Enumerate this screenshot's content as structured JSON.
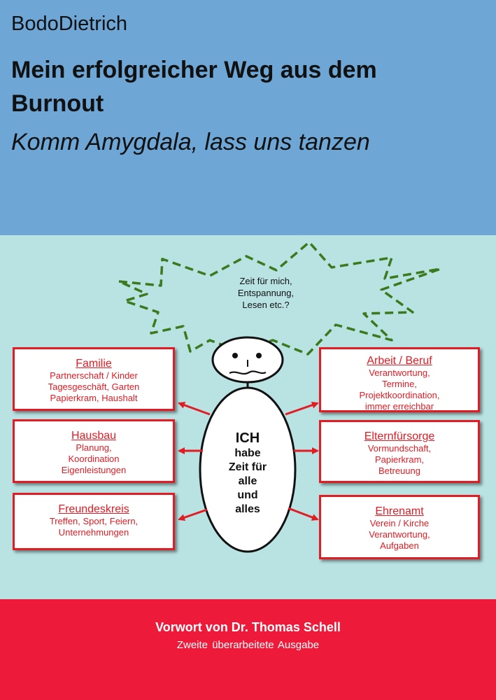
{
  "cover": {
    "author": "BodoDietrich",
    "title": "Mein erfolgreicher Weg aus dem Burnout",
    "subtitle": "Komm Amygdala, lass uns tanzen",
    "foreword": "Vorwort von Dr. Thomas Schell",
    "edition": "Zweite  überarbeitete Ausgabe"
  },
  "diagram": {
    "thought": [
      "Zeit für mich,",
      "Entspannung,",
      "Lesen etc.?"
    ],
    "center": [
      "ICH",
      "habe",
      "Zeit für",
      "alle",
      "und",
      "alles"
    ],
    "boxes": [
      {
        "heading": "Familie",
        "lines": [
          "Partnerschaft / Kinder",
          "Tagesgeschäft, Garten",
          "Papierkram, Haushalt"
        ]
      },
      {
        "heading": "Hausbau",
        "lines": [
          "Planung,",
          "Koordination",
          "Eigenleistungen"
        ]
      },
      {
        "heading": "Freundeskreis",
        "lines": [
          "Treffen, Sport, Feiern,",
          "Unternehmungen"
        ]
      },
      {
        "heading": "Arbeit / Beruf",
        "lines": [
          "Verantwortung,",
          "Termine,",
          "Projektkoordination,",
          "immer erreichbar"
        ]
      },
      {
        "heading": "Elternfürsorge",
        "lines": [
          "Vormundschaft,",
          "Papierkram,",
          "Betreuung"
        ]
      },
      {
        "heading": "Ehrenamt",
        "lines": [
          "Verein / Kirche",
          "Verantwortung,",
          "Aufgaben"
        ]
      }
    ]
  },
  "colors": {
    "top_band": "#6ea6d6",
    "middle_band": "#b9e2e2",
    "bottom_band": "#ee1a3a",
    "box_red": "#e31b23",
    "star_green": "#3a7a1c"
  }
}
